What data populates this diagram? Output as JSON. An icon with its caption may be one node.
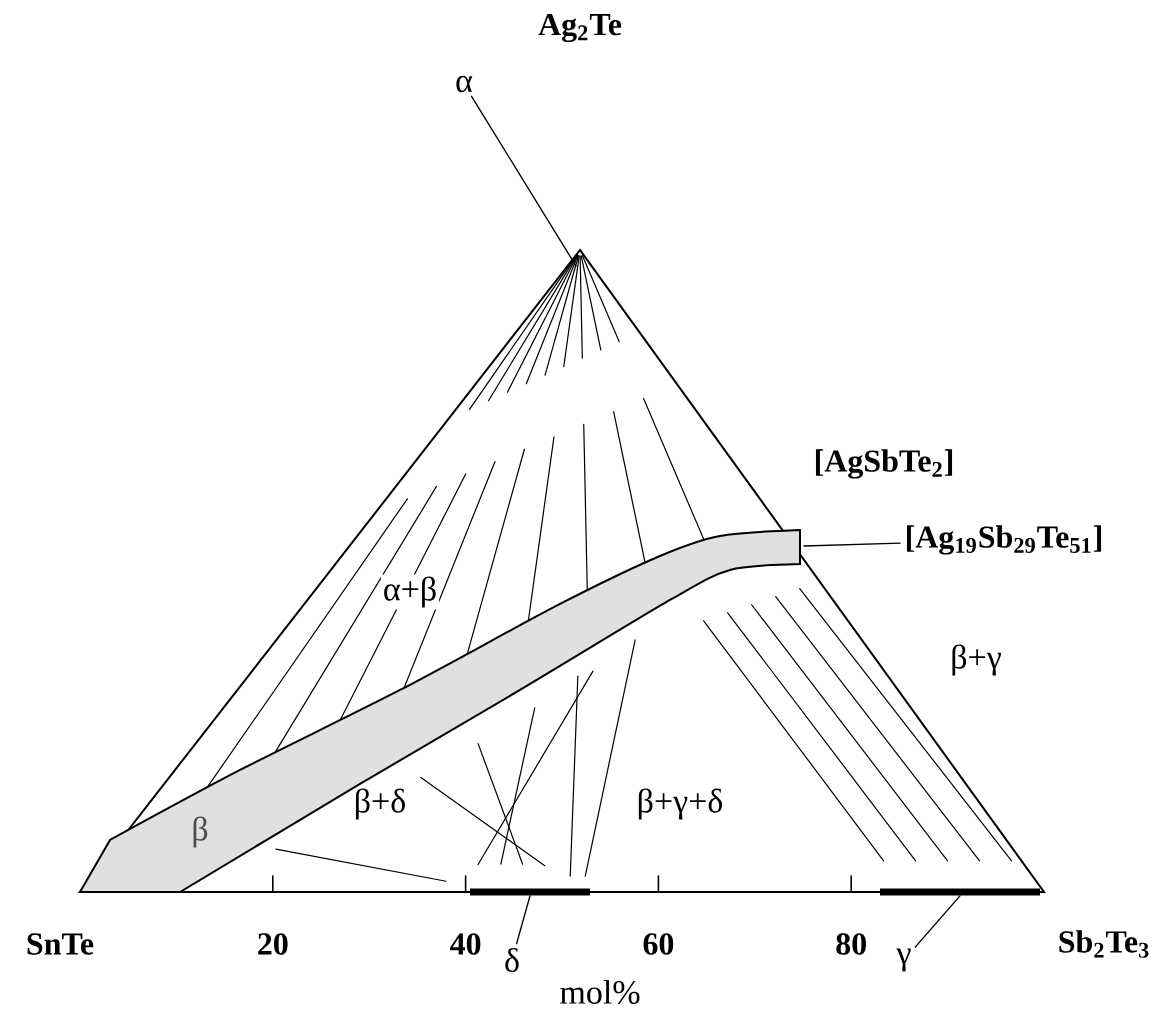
{
  "diagram": {
    "nodes": [
      {
        "text": [
          "α"
        ]
      },
      {
        "text": [
          "[Ag$_{19}$Sb$_{29}$Te$_{51}$]"
        ]
      },
      {
        "text": [
          "β"
        ]
      },
      {
        "text": [
          "δ"
        ]
      },
      {
        "text": [],
        "shape": "bar"
      },
      {
        "text": [
          "γ"
        ]
      },
      {
        "text": [],
        "shape": "bar"
      }
    ],
    "edges": [
      {
        "from": 0,
        "to": null,
        "arrow": "none"
      },
      {
        "from": 1,
        "to": 2,
        "arrow": "none"
      },
      {
        "from": 3,
        "to": 4,
        "arrow": "none"
      },
      {
        "from": 5,
        "to": 6,
        "arrow": "none"
      }
    ],
    "labels": [
      "Ag$_{2}$Te",
      "[AgSbTe$_{2}$]",
      "α+β",
      "β+γ",
      "β+δ",
      "β+γ+δ",
      "SnTe",
      "20",
      "40",
      "60",
      "80",
      "Sb$_{2}$Te$_{3}$",
      "mol%"
    ]
  }
}
